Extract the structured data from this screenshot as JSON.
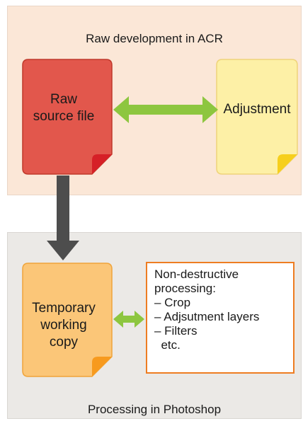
{
  "top_panel": {
    "title": "Raw development in ACR"
  },
  "bottom_panel": {
    "title": "Processing in Photoshop"
  },
  "nodes": {
    "raw_source": "Raw\nsource file",
    "adjustment": "Adjustment",
    "temporary_copy": "Temporary\nworking\ncopy"
  },
  "processing_box": {
    "heading_1": "Non-destructive",
    "heading_2": "processing:",
    "items": [
      "– Crop",
      "– Adjsutment layers",
      "– Filters",
      "  etc."
    ]
  },
  "colors": {
    "top_panel_bg": "#fbe7d7",
    "bottom_panel_bg": "#ebe9e6",
    "raw_doc": "#e2574c",
    "adjust_doc": "#fdf0a6",
    "temp_doc": "#fbc678",
    "green_arrow": "#8dc63f",
    "gray_arrow": "#4d4d4d",
    "box_border": "#ee7d22"
  }
}
